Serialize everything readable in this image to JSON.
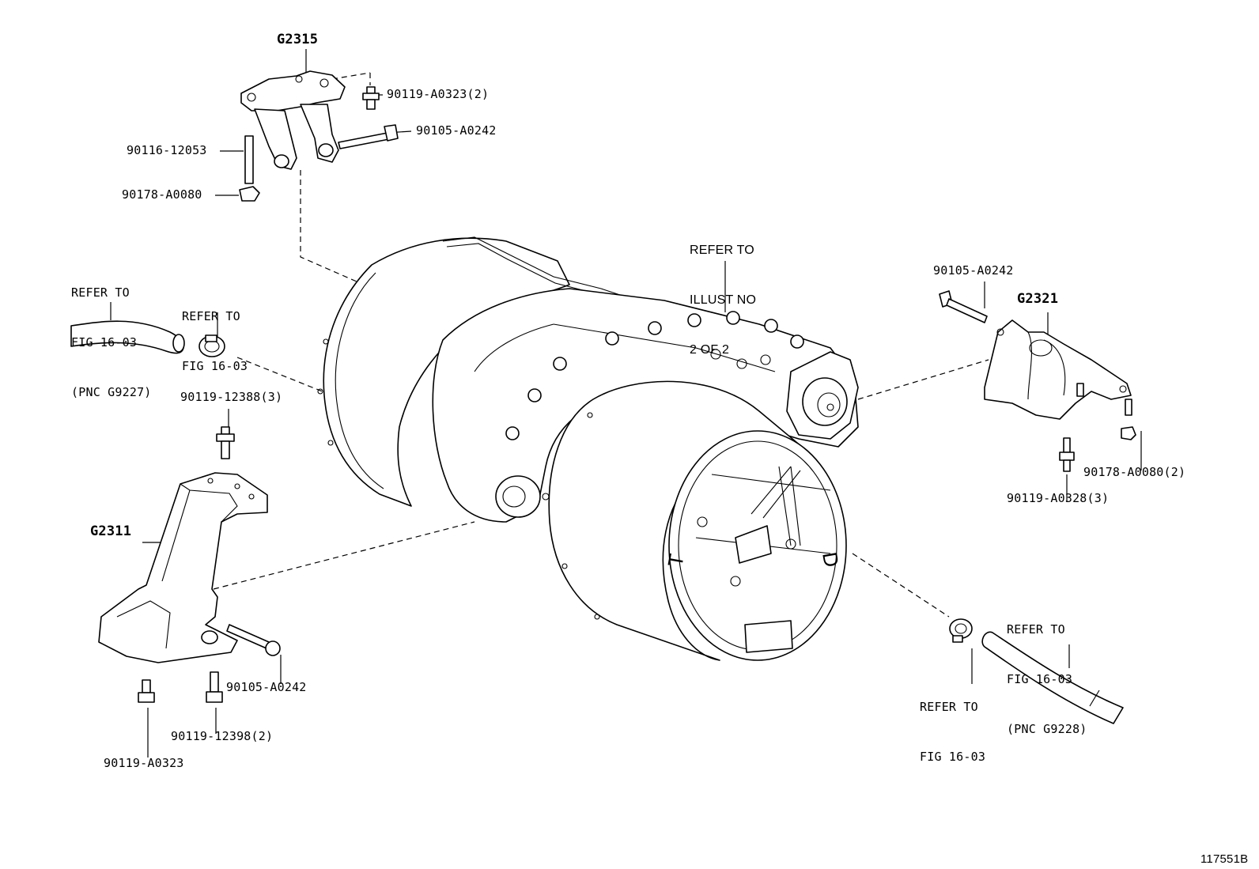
{
  "labels": {
    "g2315": "G2315",
    "p_90119_a0323_2": "90119-A0323(2)",
    "p_90105_a0242_top": "90105-A0242",
    "p_90116_12053": "90116-12053",
    "p_90178_a0080_left": "90178-A0080",
    "refer_left_1": [
      "REFER TO",
      "FIG 16-03",
      "(PNC G9227)"
    ],
    "refer_left_2": [
      "REFER TO",
      "FIG 16-03"
    ],
    "refer_illust": [
      "REFER TO",
      "ILLUST NO",
      "2 OF 2"
    ],
    "p_90105_a0242_right": "90105-A0242",
    "g2321": "G2321",
    "p_90119_12388_3": "90119-12388(3)",
    "g2311": "G2311",
    "p_90178_a0080_2": "90178-A0080(2)",
    "p_90119_a0328_3": "90119-A0328(3)",
    "refer_right_1": [
      "REFER TO",
      "FIG 16-03",
      "(PNC G9228)"
    ],
    "p_90105_a0242_bottom": "90105-A0242",
    "refer_right_2": [
      "REFER TO",
      "FIG 16-03"
    ],
    "p_90119_12398_2": "90119-12398(2)",
    "p_90119_a0323": "90119-A0323",
    "diagram_id": "117551B"
  }
}
